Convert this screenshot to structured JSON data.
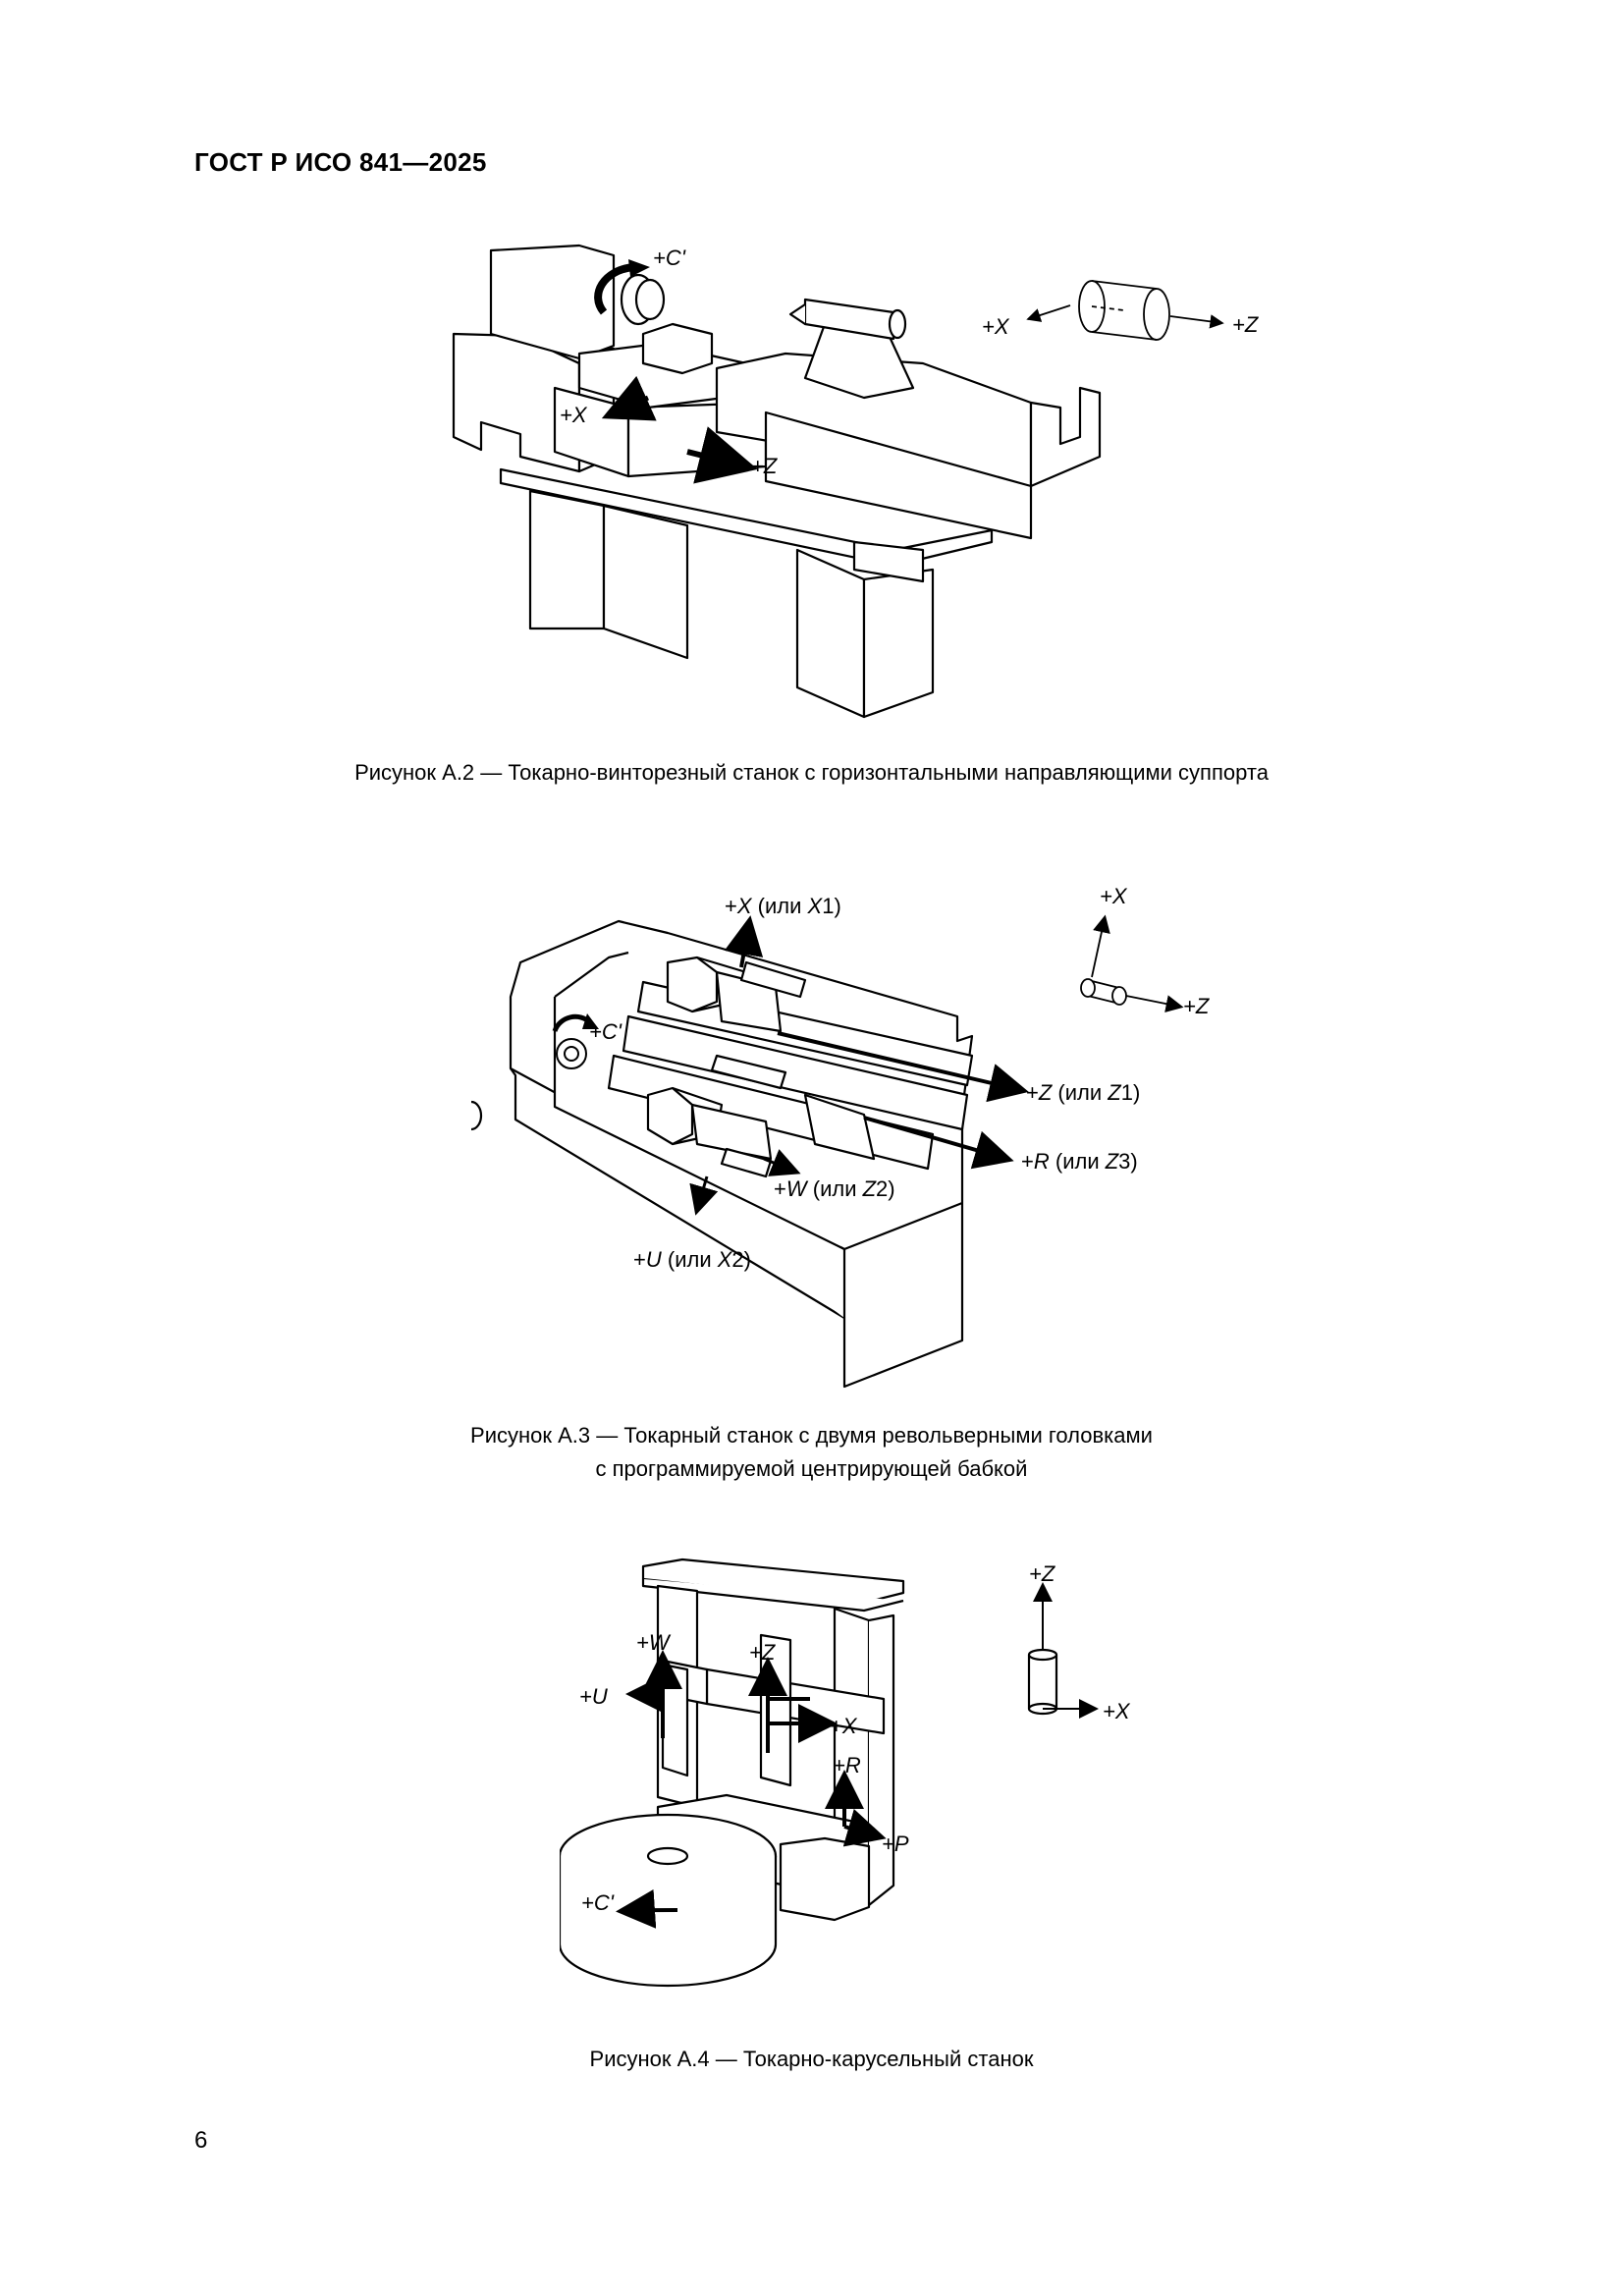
{
  "header": {
    "standard": "ГОСТ Р ИСО 841—2025"
  },
  "figures": [
    {
      "caption": "Рисунок А.2 — Токарно-винторезный станок с горизонтальными направляющими суппорта",
      "labels": {
        "c": "+C'",
        "x_machine": "+X",
        "z_machine": "+Z",
        "x_axis": "+X",
        "z_axis": "+Z"
      }
    },
    {
      "caption_line1": "Рисунок А.3 — Токарный станок с двумя револьверными головками",
      "caption_line2": "с программируемой центрирующей бабкой",
      "labels": {
        "x_prefix": "+",
        "x_letter": "X",
        "x_or": " (или ",
        "x_letter2": "X",
        "x_suffix": "1)",
        "c": "+C'",
        "z_prefix": "+",
        "z_letter": "Z",
        "z_or": " (или ",
        "z_letter2": "Z",
        "z_suffix": "1)",
        "r_prefix": "+",
        "r_letter": "R",
        "r_or": " (или ",
        "r_letter2": "Z",
        "r_suffix": "3)",
        "w_prefix": "+",
        "w_letter": "W",
        "w_or": " (или ",
        "w_letter2": "Z",
        "w_suffix": "2)",
        "u_prefix": "+",
        "u_letter": "U",
        "u_or": " (или ",
        "u_letter2": "X",
        "u_suffix": "2)",
        "x_axis": "+X",
        "z_axis": "+Z"
      }
    },
    {
      "caption": "Рисунок А.4 — Токарно-карусельный станок",
      "labels": {
        "w": "+W",
        "z": "+Z",
        "u": "+U",
        "x": "+X",
        "r": "+R",
        "p": "+P",
        "c": "+C'",
        "z_axis": "+Z",
        "x_axis": "+X"
      }
    }
  ],
  "page_number": "6"
}
